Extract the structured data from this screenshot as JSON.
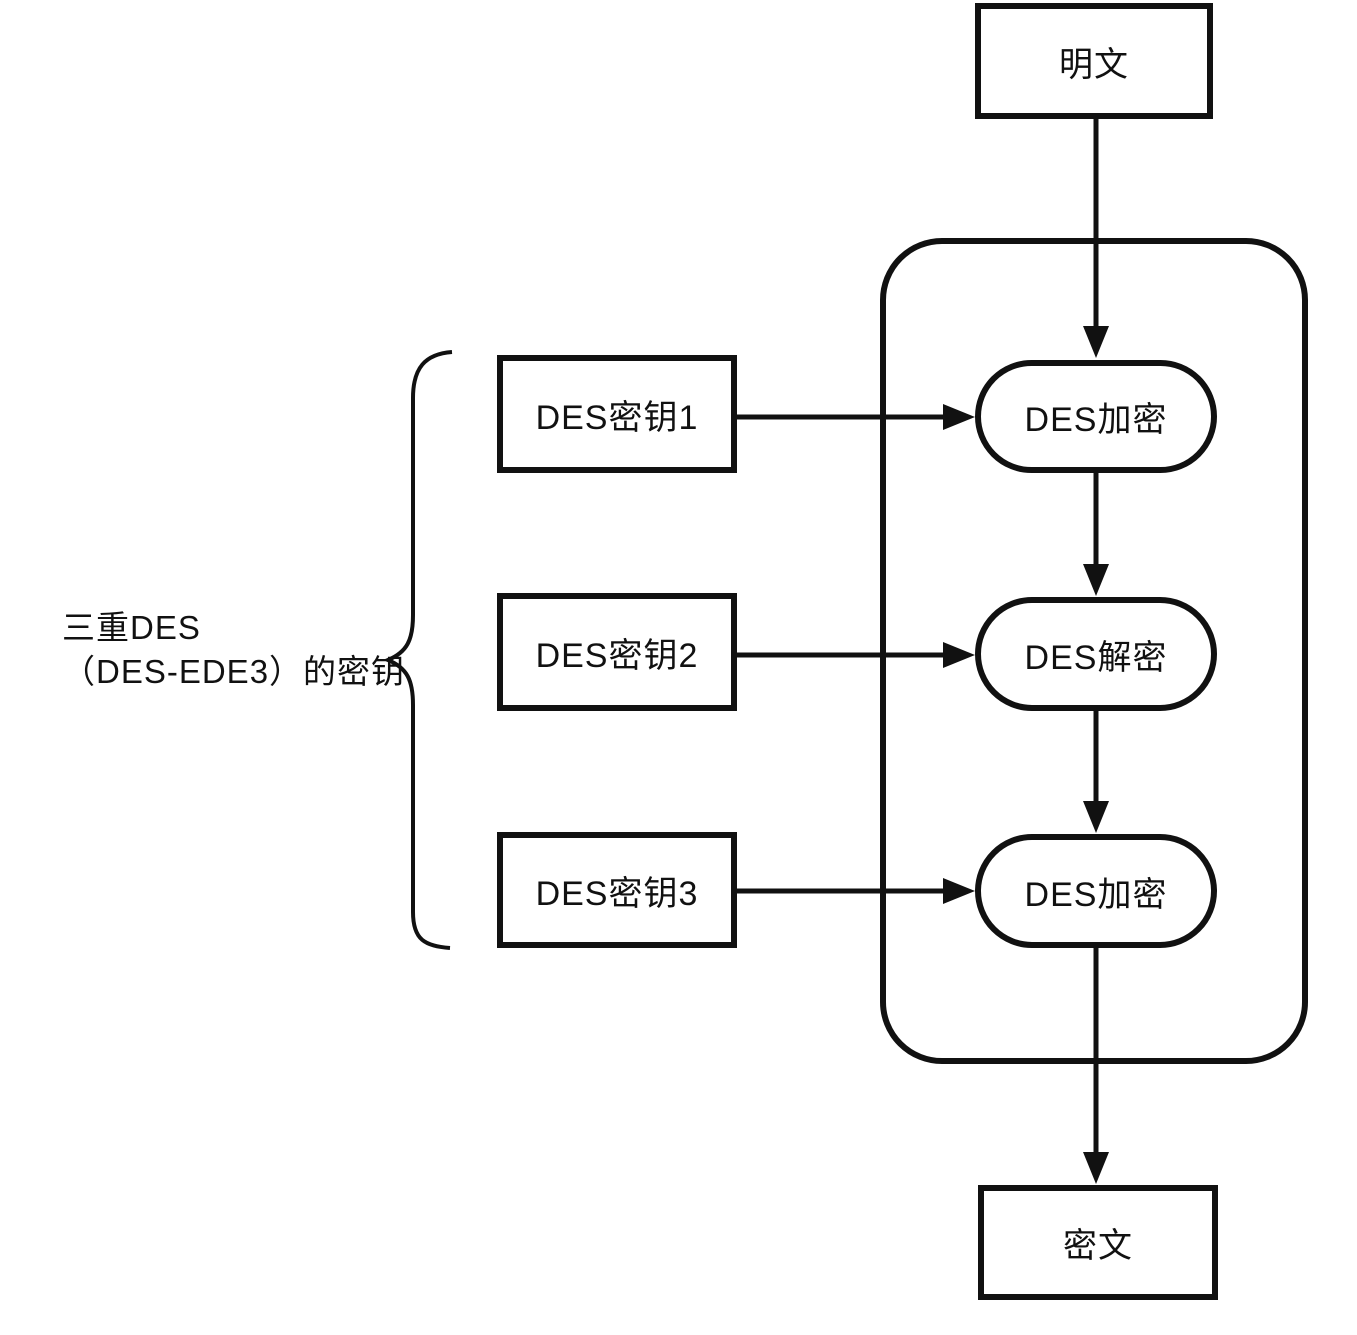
{
  "diagram": {
    "title_label": {
      "line1": "三重DES",
      "line2": "（DES-EDE3）的密钥"
    },
    "nodes": {
      "plaintext": "明文",
      "ciphertext": "密文",
      "key1": "DES密钥1",
      "key2": "DES密钥2",
      "key3": "DES密钥3",
      "op1": "DES加密",
      "op2": "DES解密",
      "op3": "DES加密"
    },
    "colors": {
      "line": "#111111",
      "background": "#ffffff"
    }
  }
}
